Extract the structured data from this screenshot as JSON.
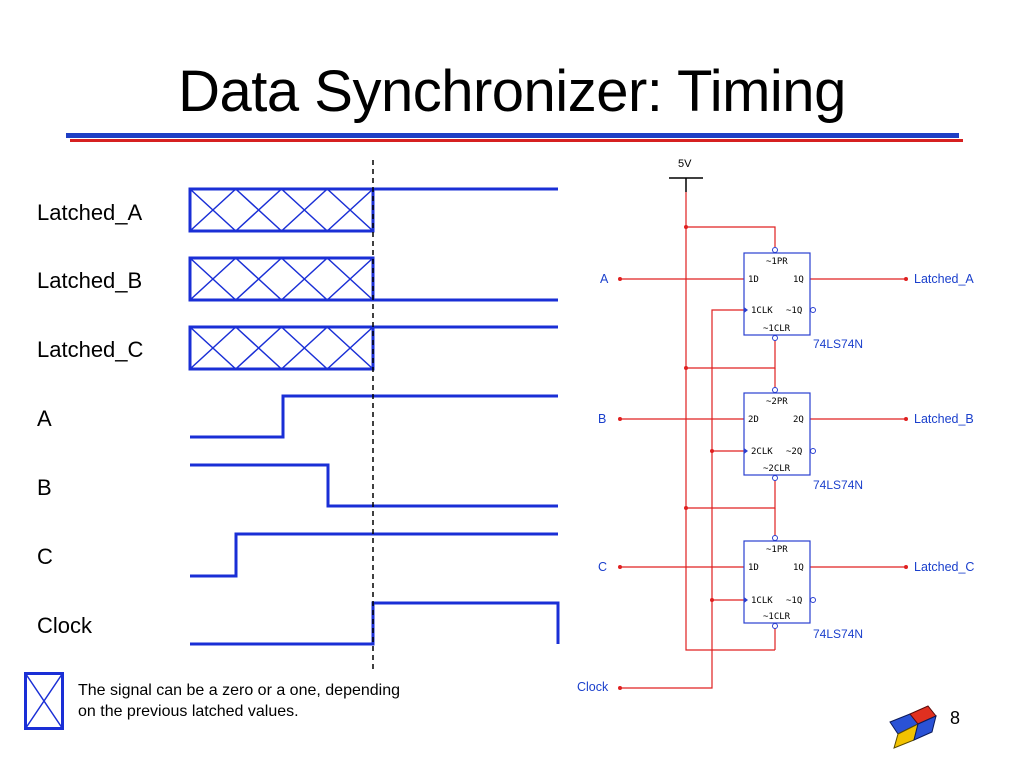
{
  "slide": {
    "title": "Data Synchronizer: Timing",
    "page_number": "8"
  },
  "timing": {
    "signals": [
      {
        "label": "Latched_A",
        "kind": "unknown-then-high"
      },
      {
        "label": "Latched_B",
        "kind": "unknown-then-low"
      },
      {
        "label": "Latched_C",
        "kind": "unknown-then-high"
      },
      {
        "label": "A",
        "kind": "rising"
      },
      {
        "label": "B",
        "kind": "falling"
      },
      {
        "label": "C",
        "kind": "rising"
      },
      {
        "label": "Clock",
        "kind": "pulse"
      }
    ]
  },
  "legend": {
    "text_line1": "The signal can be a zero or a one, depending",
    "text_line2": "on the previous latched values."
  },
  "schematic": {
    "supply_label": "5V",
    "part_name": "74LS74N",
    "clock_input": "Clock",
    "flipflops": [
      {
        "input": "A",
        "output": "Latched_A",
        "pr": "~1PR",
        "d": "1D",
        "q": "1Q",
        "clk": "1CLK",
        "qbar": "~1Q",
        "clr": "~1CLR"
      },
      {
        "input": "B",
        "output": "Latched_B",
        "pr": "~2PR",
        "d": "2D",
        "q": "2Q",
        "clk": "2CLK",
        "qbar": "~2Q",
        "clr": "~2CLR"
      },
      {
        "input": "C",
        "output": "Latched_C",
        "pr": "~1PR",
        "d": "1D",
        "q": "1Q",
        "clk": "1CLK",
        "qbar": "~1Q",
        "clr": "~1CLR"
      }
    ]
  },
  "colors": {
    "waveform": "#1a2fd6",
    "wire": "#e02020",
    "net_label": "#1a3fcc",
    "chip_border": "#2a3fd0"
  }
}
